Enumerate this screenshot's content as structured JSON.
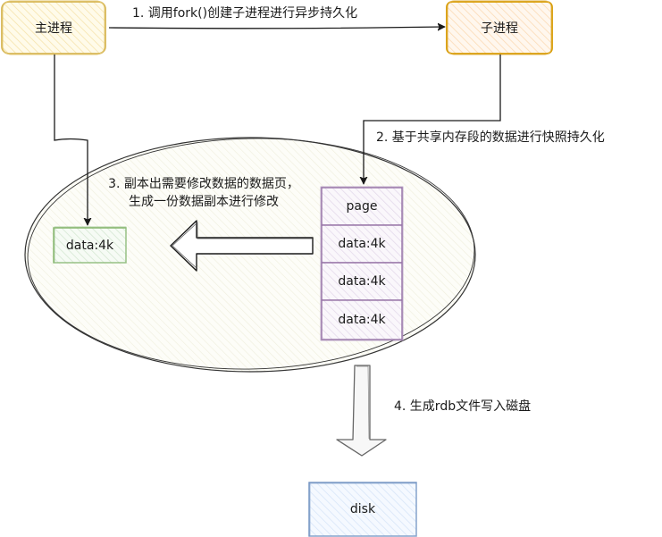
{
  "diagram": {
    "nodes": {
      "main_process": {
        "label": "主进程",
        "fill": "#fff2cc",
        "stroke": "#d6b656"
      },
      "child_process": {
        "label": "子进程",
        "fill": "#ffe6cc",
        "stroke": "#d79b00"
      },
      "copied_page": {
        "label": "data:4k",
        "fill": "#d5e8d4",
        "stroke": "#82b366"
      },
      "page_stack": {
        "fill": "#e1d5e7",
        "stroke": "#9673a6",
        "cells": [
          "page",
          "data:4k",
          "data:4k",
          "data:4k"
        ]
      },
      "shared_memory": {
        "fill": "#f9f7ed",
        "stroke": "#36393d"
      },
      "disk": {
        "label": "disk",
        "fill": "#dae8fc",
        "stroke": "#6c8ebf"
      }
    },
    "edges": {
      "step1": {
        "label": "1. 调用fork()创建子进程进行异步持久化"
      },
      "step2": {
        "label": "2. 基于共享内存段的数据进行快照持久化"
      },
      "step3": {
        "line1": "3. 副本出需要修改数据的数据页，",
        "line2": "生成一份数据副本进行修改"
      },
      "step4": {
        "label": "4. 生成rdb文件写入磁盘"
      }
    }
  }
}
